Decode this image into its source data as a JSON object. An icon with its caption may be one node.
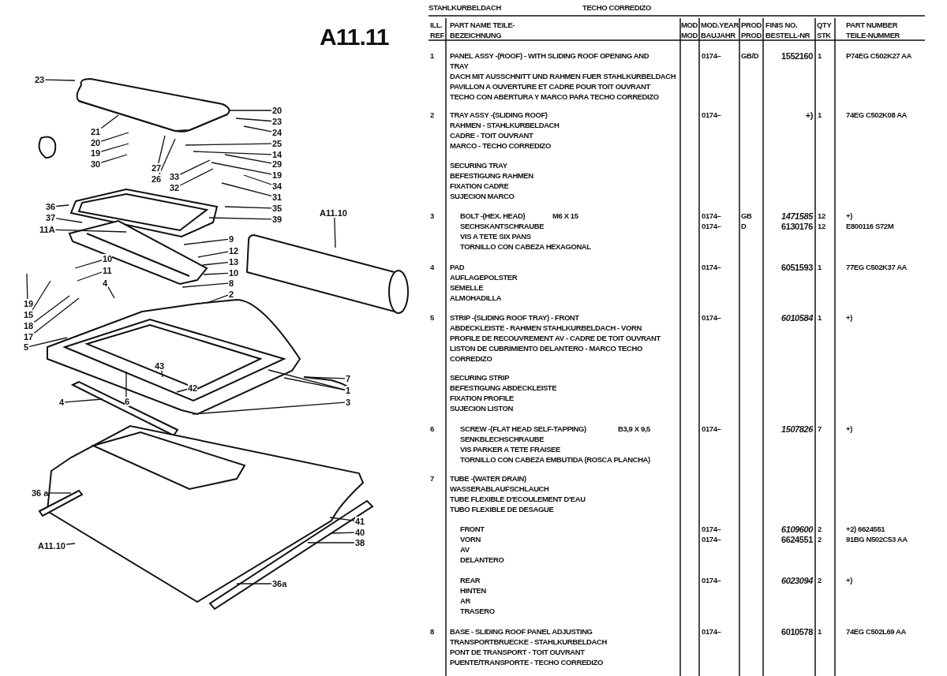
{
  "diagram": {
    "title": "A11.11",
    "nodes": [
      {
        "text": [
          "23"
        ]
      },
      {
        "text": [
          "21"
        ]
      },
      {
        "text": [
          "20"
        ]
      },
      {
        "text": [
          "19"
        ]
      },
      {
        "text": [
          "30"
        ]
      },
      {
        "text": [
          "27"
        ]
      },
      {
        "text": [
          "26"
        ]
      },
      {
        "text": [
          "33"
        ]
      },
      {
        "text": [
          "32"
        ]
      },
      {
        "text": [
          "20"
        ]
      },
      {
        "text": [
          "23"
        ]
      },
      {
        "text": [
          "24"
        ]
      },
      {
        "text": [
          "25"
        ]
      },
      {
        "text": [
          "14"
        ]
      },
      {
        "text": [
          "29"
        ]
      },
      {
        "text": [
          "19"
        ]
      },
      {
        "text": [
          "34"
        ]
      },
      {
        "text": [
          "31"
        ]
      },
      {
        "text": [
          "36"
        ]
      },
      {
        "text": [
          "37"
        ]
      },
      {
        "text": [
          "11A"
        ]
      },
      {
        "text": [
          "35"
        ]
      },
      {
        "text": [
          "39"
        ]
      },
      {
        "text": [
          "A11.10"
        ]
      },
      {
        "text": [
          "9"
        ]
      },
      {
        "text": [
          "10"
        ]
      },
      {
        "text": [
          "11"
        ]
      },
      {
        "text": [
          "12"
        ]
      },
      {
        "text": [
          "13"
        ]
      },
      {
        "text": [
          "10"
        ]
      },
      {
        "text": [
          "8"
        ]
      },
      {
        "text": [
          "4"
        ]
      },
      {
        "text": [
          "2"
        ]
      },
      {
        "text": [
          "19"
        ]
      },
      {
        "text": [
          "15"
        ]
      },
      {
        "text": [
          "18"
        ]
      },
      {
        "text": [
          "17"
        ]
      },
      {
        "text": [
          "5"
        ]
      },
      {
        "text": [
          "43"
        ]
      },
      {
        "text": [
          "7"
        ]
      },
      {
        "text": [
          "42"
        ]
      },
      {
        "text": [
          "1"
        ]
      },
      {
        "text": [
          "4"
        ]
      },
      {
        "text": [
          "6"
        ]
      },
      {
        "text": [
          "3"
        ]
      },
      {
        "text": [
          "36 a"
        ]
      },
      {
        "text": [
          "41"
        ]
      },
      {
        "text": [
          "40"
        ]
      },
      {
        "text": [
          "38"
        ]
      },
      {
        "text": [
          "A11.10"
        ]
      },
      {
        "text": [
          "36a"
        ]
      }
    ],
    "edges": [
      {
        "from": 0,
        "to": null,
        "arrow": "none"
      },
      {
        "from": 1,
        "to": null,
        "arrow": "none"
      },
      {
        "from": 2,
        "to": null,
        "arrow": "none"
      },
      {
        "from": 3,
        "to": null,
        "arrow": "none"
      },
      {
        "from": 4,
        "to": null,
        "arrow": "none"
      },
      {
        "from": 5,
        "to": null,
        "arrow": "none"
      },
      {
        "from": 6,
        "to": null,
        "arrow": "none"
      },
      {
        "from": 7,
        "to": null,
        "arrow": "none"
      },
      {
        "from": 8,
        "to": null,
        "arrow": "none"
      },
      {
        "from": 9,
        "to": null,
        "arrow": "none"
      },
      {
        "from": 10,
        "to": null,
        "arrow": "none"
      },
      {
        "from": 11,
        "to": null,
        "arrow": "none"
      },
      {
        "from": 12,
        "to": null,
        "arrow": "none"
      },
      {
        "from": 13,
        "to": null,
        "arrow": "none"
      },
      {
        "from": 14,
        "to": null,
        "arrow": "none"
      },
      {
        "from": 15,
        "to": null,
        "arrow": "none"
      },
      {
        "from": 16,
        "to": null,
        "arrow": "none"
      },
      {
        "from": 17,
        "to": null,
        "arrow": "none"
      },
      {
        "from": 18,
        "to": null,
        "arrow": "none"
      },
      {
        "from": 19,
        "to": null,
        "arrow": "none"
      },
      {
        "from": 20,
        "to": null,
        "arrow": "none"
      },
      {
        "from": 21,
        "to": null,
        "arrow": "none"
      },
      {
        "from": 22,
        "to": null,
        "arrow": "none"
      },
      {
        "from": 23,
        "to": null,
        "arrow": "none"
      },
      {
        "from": 24,
        "to": null,
        "arrow": "none"
      },
      {
        "from": 25,
        "to": null,
        "arrow": "none"
      },
      {
        "from": 26,
        "to": null,
        "arrow": "none"
      },
      {
        "from": 27,
        "to": null,
        "arrow": "none"
      },
      {
        "from": 28,
        "to": null,
        "arrow": "none"
      },
      {
        "from": 29,
        "to": null,
        "arrow": "none"
      },
      {
        "from": 30,
        "to": null,
        "arrow": "none"
      },
      {
        "from": 31,
        "to": null,
        "arrow": "none"
      },
      {
        "from": 32,
        "to": null,
        "arrow": "none"
      },
      {
        "from": 33,
        "to": null,
        "arrow": "none"
      },
      {
        "from": 34,
        "to": null,
        "arrow": "none"
      },
      {
        "from": 35,
        "to": null,
        "arrow": "none"
      },
      {
        "from": 36,
        "to": null,
        "arrow": "none"
      },
      {
        "from": 37,
        "to": null,
        "arrow": "none"
      },
      {
        "from": 38,
        "to": null,
        "arrow": "none"
      },
      {
        "from": 39,
        "to": null,
        "arrow": "none"
      },
      {
        "from": 40,
        "to": null,
        "arrow": "none"
      },
      {
        "from": 41,
        "to": null,
        "arrow": "none"
      },
      {
        "from": 41,
        "to": null,
        "arrow": "none"
      },
      {
        "from": 42,
        "to": null,
        "arrow": "none"
      },
      {
        "from": 43,
        "to": null,
        "arrow": "none"
      },
      {
        "from": 44,
        "to": null,
        "arrow": "none"
      },
      {
        "from": 45,
        "to": null,
        "arrow": "none"
      },
      {
        "from": 46,
        "to": null,
        "arrow": "none"
      },
      {
        "from": 47,
        "to": null,
        "arrow": "none"
      },
      {
        "from": 48,
        "to": null,
        "arrow": "none"
      },
      {
        "from": 49,
        "to": null,
        "arrow": "none"
      },
      {
        "from": 50,
        "to": null,
        "arrow": "none"
      }
    ],
    "labels": [
      "STAHLKURBELDACH",
      "TECHO CORREDIZO",
      "ILL. REF",
      "PART NAME TEILE-BEZEICHNUNG",
      "MOD MOD",
      "MOD.YEAR BAUJAHR",
      "PROD PROD",
      "FINIS NO. BESTELL-NR",
      "QTY STK",
      "PART NUMBER TEILE-NUMMER",
      "1",
      "PANEL ASSY -(ROOF) - WITH SLIDING ROOF OPENING AND TRAY",
      "0174–",
      "GB/D",
      "1552160",
      "1",
      "P74EG C502K27 AA",
      "DACH MIT AUSSCHNITT UND RAHMEN FUER STAHLKURBELDACH",
      "PAVILLON A OUVERTURE ET CADRE POUR TOIT OUVRANT",
      "TECHO CON ABERTURA Y MARCO PARA TECHO CORREDIZO",
      "2",
      "TRAY ASSY -(SLIDING ROOF)",
      "0174–",
      "+)",
      "1",
      "74EG C502K08 AA",
      "RAHMEN - STAHLKURBELDACH",
      "CADRE - TOIT OUVRANT",
      "MARCO - TECHO CORREDIZO",
      "SECURING TRAY",
      "BEFESTIGUNG RAHMEN",
      "FIXATION CADRE",
      "SUJECION MARCO",
      "3",
      "BOLT -(HEX. HEAD)",
      "M6 X 15",
      "0174–",
      "GB",
      "1471585",
      "12",
      "+)",
      "SECHSKANTSCHRAUBE",
      "0174–",
      "D",
      "6130176",
      "12",
      "E800116 S72M",
      "VIS A TETE SIX PANS",
      "TORNILLO CON CABEZA HEXAGONAL",
      "4",
      "PAD",
      "0174–",
      "6051593",
      "1",
      "77EG C502K37 AA",
      "AUFLAGEPOLSTER",
      "SEMELLE",
      "ALMOHADILLA",
      "5",
      "STRIP -(SLIDING ROOF TRAY) - FRONT",
      "0174–",
      "6010584",
      "1",
      "+)",
      "ABDECKLEISTE - RAHMEN STAHLKURBELDACH - VORN",
      "PROFILE DE RECOUVREMENT AV - CADRE DE TOIT OUVRANT",
      "LISTON DE CUBRIMIENTO DELANTERO - MARCO TECHO CORREDIZO",
      "SECURING STRIP",
      "BEFESTIGUNG ABDECKLEISTE",
      "FIXATION PROFILE",
      "SUJECION LISTON",
      "6",
      "SCREW -(FLAT HEAD SELF-TAPPING)",
      "B3,9 X 9,5",
      "0174–",
      "1507826",
      "7",
      "+)",
      "SENKBLECHSCHRAUBE",
      "VIS PARKER A TETE FRAISEE",
      "TORNILLO CON CABEZA EMBUTIDA (ROSCA PLANCHA)",
      "7",
      "TUBE -(WATER DRAIN)",
      "WASSERABLAUFSCHLAUCH",
      "TUBE FLEXIBLE D'ECOULEMENT D'EAU",
      "TUBO FLEXIBLE DE DESAGUE",
      "FRONT",
      "0174–",
      "6109600",
      "2",
      "+2) 6624551",
      "VORN",
      "0174–",
      "6624551",
      "2",
      "91BG N502C53 AA",
      "AV",
      "DELANTERO",
      "REAR",
      "0174–",
      "6023094",
      "2",
      "+)",
      "HINTEN",
      "AR",
      "TRASERO",
      "8",
      "BASE - SLIDING ROOF PANEL ADJUSTING",
      "0174–",
      "6010578",
      "1",
      "74EG C502L69 AA",
      "TRANSPORTBRUECKE - STAHLKURBELDACH",
      "PONT DE TRANSPORT - TOIT OUVRANT",
      "PUENTE/TRANSPORTE - TECHO CORREDIZO"
    ]
  }
}
